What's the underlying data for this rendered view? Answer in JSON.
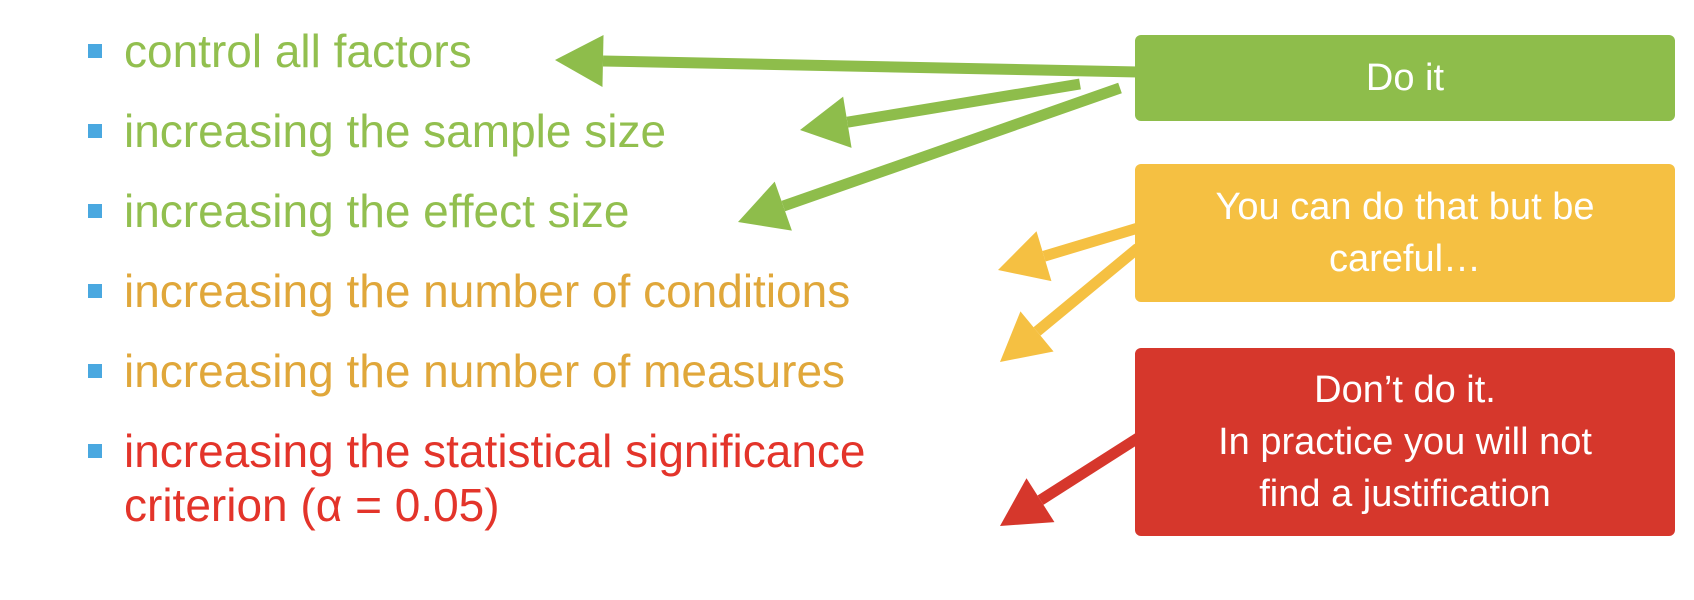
{
  "colors": {
    "bullet": "#4aa8e0",
    "green": "#92bf4f",
    "orange": "#e0a73a",
    "red": "#e3342a",
    "box_green": "#8ebd4b",
    "box_orange": "#f5c042",
    "box_red": "#d6372c"
  },
  "items": [
    {
      "text": "control all factors",
      "color": "green"
    },
    {
      "text": "increasing the sample size",
      "color": "green"
    },
    {
      "text": "increasing the effect size",
      "color": "green"
    },
    {
      "text": "increasing the number of conditions",
      "color": "orange"
    },
    {
      "text": "increasing the number of measures",
      "color": "orange"
    },
    {
      "text": "increasing the statistical significance",
      "color": "red"
    },
    {
      "text": "criterion (α = 0.05)",
      "color": "red"
    }
  ],
  "boxes": [
    {
      "lines": [
        "Do it"
      ],
      "color": "box_green"
    },
    {
      "lines": [
        "You can do that but be",
        "careful…"
      ],
      "color": "box_orange"
    },
    {
      "lines": [
        "Don’t do it.",
        "In practice you will not",
        "find a justification"
      ],
      "color": "box_red"
    }
  ]
}
